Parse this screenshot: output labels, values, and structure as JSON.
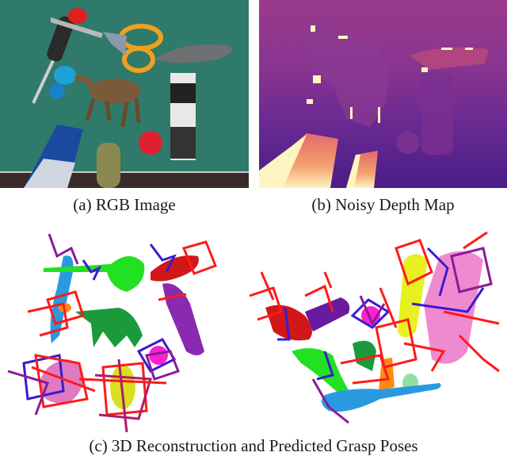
{
  "figure": {
    "panels": [
      {
        "id": "a",
        "caption": "(a) RGB Image",
        "content": "rgb-photo-of-tabletop-objects"
      },
      {
        "id": "b",
        "caption": "(b) Noisy Depth Map",
        "content": "depth-map-magma-colormap"
      },
      {
        "id": "c",
        "caption": "(c) 3D Reconstruction and Predicted Grasp Poses",
        "content": "3d-reconstructed-meshes-with-grasp-poses"
      }
    ],
    "rgb_objects": [
      "screwdriver",
      "scissors",
      "blue-clamp",
      "camel-figurine",
      "tree-branch-toy",
      "paint-tube",
      "toothpaste-box",
      "strawberry",
      "green-cylinder"
    ],
    "colors": {
      "table_green": "#2f7a6b",
      "depth_far": "#4a1c86",
      "depth_mid": "#9a3a8c",
      "depth_near": "#fdf5c0",
      "grasp_red": "#ff1a1a",
      "grasp_blue": "#3a1ad0",
      "grasp_purple": "#8a1a9a"
    }
  }
}
